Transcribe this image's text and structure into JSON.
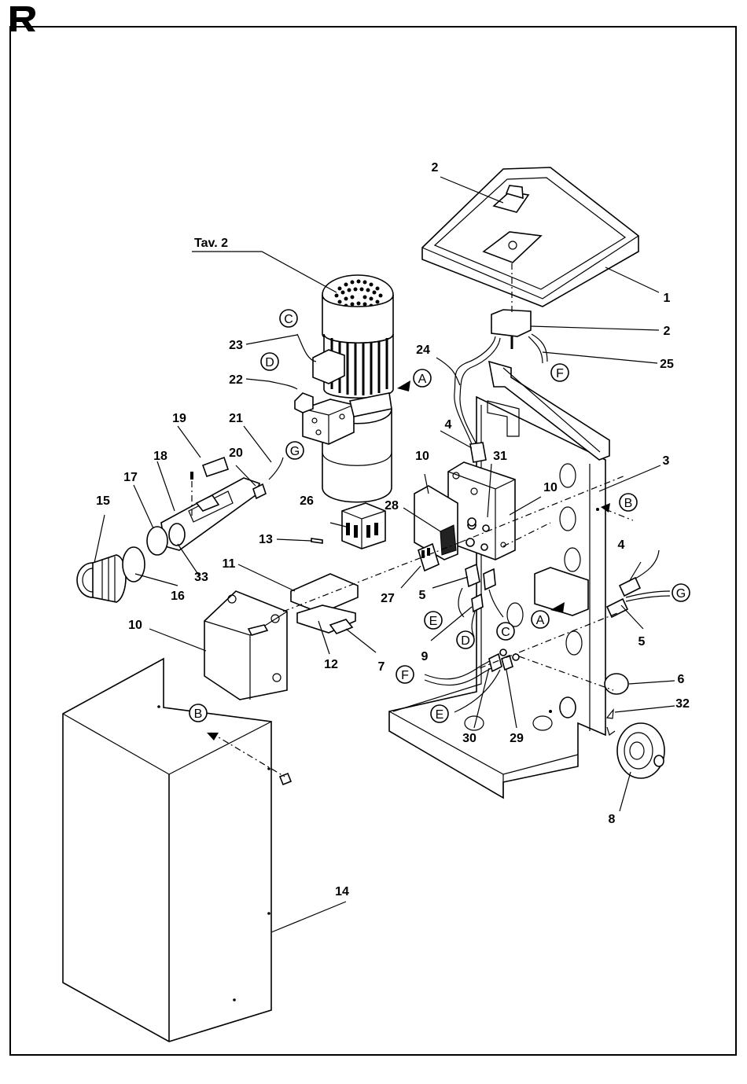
{
  "figure": {
    "ref_label": "Tav. 2",
    "parts": [
      {
        "id": "p1",
        "num": "1"
      },
      {
        "id": "p2a",
        "num": "2"
      },
      {
        "id": "p2b",
        "num": "2"
      },
      {
        "id": "p3",
        "num": "3"
      },
      {
        "id": "p4a",
        "num": "4"
      },
      {
        "id": "p4b",
        "num": "4"
      },
      {
        "id": "p5a",
        "num": "5"
      },
      {
        "id": "p5b",
        "num": "5"
      },
      {
        "id": "p6",
        "num": "6"
      },
      {
        "id": "p7",
        "num": "7"
      },
      {
        "id": "p8",
        "num": "8"
      },
      {
        "id": "p9",
        "num": "9"
      },
      {
        "id": "p10a",
        "num": "10"
      },
      {
        "id": "p10b",
        "num": "10"
      },
      {
        "id": "p10c",
        "num": "10"
      },
      {
        "id": "p11",
        "num": "11"
      },
      {
        "id": "p12",
        "num": "12"
      },
      {
        "id": "p13",
        "num": "13"
      },
      {
        "id": "p14",
        "num": "14"
      },
      {
        "id": "p15",
        "num": "15"
      },
      {
        "id": "p16",
        "num": "16"
      },
      {
        "id": "p17",
        "num": "17"
      },
      {
        "id": "p18",
        "num": "18"
      },
      {
        "id": "p19",
        "num": "19"
      },
      {
        "id": "p20",
        "num": "20"
      },
      {
        "id": "p21",
        "num": "21"
      },
      {
        "id": "p22",
        "num": "22"
      },
      {
        "id": "p23",
        "num": "23"
      },
      {
        "id": "p24",
        "num": "24"
      },
      {
        "id": "p25",
        "num": "25"
      },
      {
        "id": "p26",
        "num": "26"
      },
      {
        "id": "p27",
        "num": "27"
      },
      {
        "id": "p28",
        "num": "28"
      },
      {
        "id": "p29",
        "num": "29"
      },
      {
        "id": "p30",
        "num": "30"
      },
      {
        "id": "p31",
        "num": "31"
      },
      {
        "id": "p32",
        "num": "32"
      },
      {
        "id": "p33",
        "num": "33"
      }
    ],
    "connectors": [
      {
        "id": "cA1",
        "letter": "A"
      },
      {
        "id": "cA2",
        "letter": "A"
      },
      {
        "id": "cB1",
        "letter": "B"
      },
      {
        "id": "cB2",
        "letter": "B"
      },
      {
        "id": "cC1",
        "letter": "C"
      },
      {
        "id": "cC2",
        "letter": "C"
      },
      {
        "id": "cD1",
        "letter": "D"
      },
      {
        "id": "cD2",
        "letter": "D"
      },
      {
        "id": "cE1",
        "letter": "E"
      },
      {
        "id": "cE2",
        "letter": "E"
      },
      {
        "id": "cF1",
        "letter": "F"
      },
      {
        "id": "cF2",
        "letter": "F"
      },
      {
        "id": "cG1",
        "letter": "G"
      },
      {
        "id": "cG2",
        "letter": "G"
      }
    ]
  }
}
